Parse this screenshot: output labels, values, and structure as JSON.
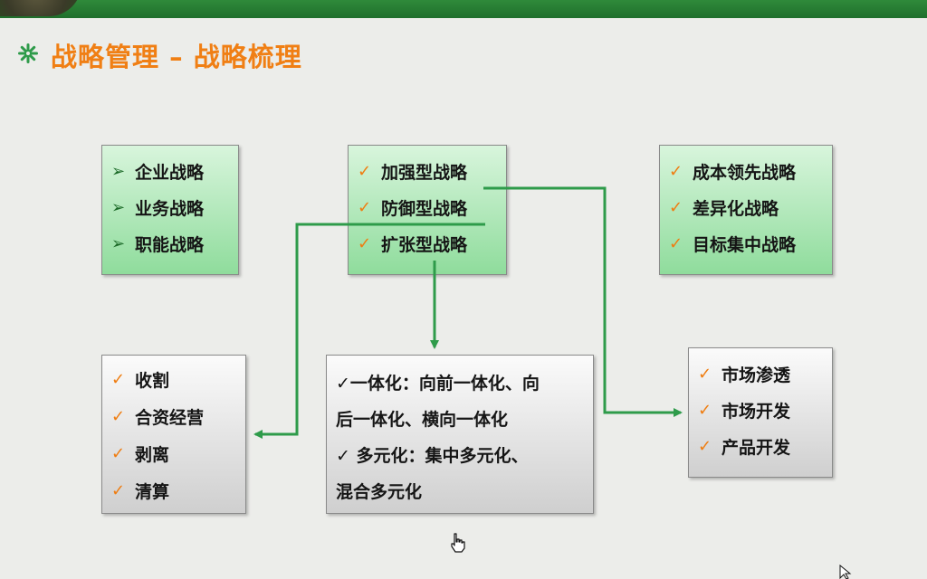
{
  "page": {
    "title": "战略管理 – 战略梳理"
  },
  "colors": {
    "title": "#f07f14",
    "connector": "#2e9b4a",
    "green_box": "#8fdc9c",
    "gray_box": "#cfcfcf",
    "top_bar": "#2f8a3a"
  },
  "icons": {
    "arrow_bullet": "➢",
    "check_bullet": "✓",
    "title_ornament": "ornament-icon"
  },
  "levels": {
    "items": [
      "企业战略",
      "业务战略",
      "职能战略"
    ]
  },
  "growth": {
    "items": [
      "加强型战略",
      "防御型战略",
      "扩张型战略"
    ]
  },
  "competitive": {
    "items": [
      "成本领先战略",
      "差异化战略",
      "目标集中战略"
    ]
  },
  "defensive": {
    "items": [
      "收割",
      "合资经营",
      "剥离",
      "清算"
    ]
  },
  "expansion": {
    "lines": [
      "✓一体化：向前一体化、向",
      "后一体化、横向一体化",
      "✓ 多元化：集中多元化、",
      "混合多元化"
    ]
  },
  "intensive": {
    "items": [
      "市场渗透",
      "市场开发",
      "产品开发"
    ]
  }
}
